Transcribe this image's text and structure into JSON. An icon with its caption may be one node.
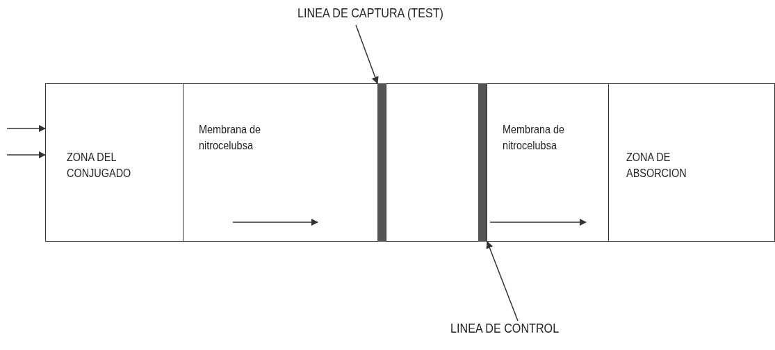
{
  "diagram": {
    "nodes": [
      {
        "text": [
          "ZONA DEL CONJUGADO"
        ]
      },
      {
        "text": [
          "Membrana de nitrocelubsa"
        ]
      },
      {
        "text": [],
        "shape": "bar"
      },
      {
        "text": [],
        "shape": "box"
      },
      {
        "text": [],
        "shape": "bar"
      },
      {
        "text": [
          "Membrana de nitrocelubsa"
        ]
      },
      {
        "text": [
          "ZONA DE ABSORCION"
        ]
      },
      {
        "text": [
          "LINEA DE CAPTURA (TEST)"
        ]
      },
      {
        "text": [
          "LINEA DE CONTROL"
        ]
      }
    ],
    "edges": [
      {
        "from": null,
        "to": 0,
        "arrow": "to"
      },
      {
        "from": null,
        "to": 0,
        "arrow": "to"
      },
      {
        "from": 7,
        "to": 2,
        "arrow": "to"
      },
      {
        "from": 8,
        "to": 4,
        "arrow": "to"
      }
    ]
  }
}
